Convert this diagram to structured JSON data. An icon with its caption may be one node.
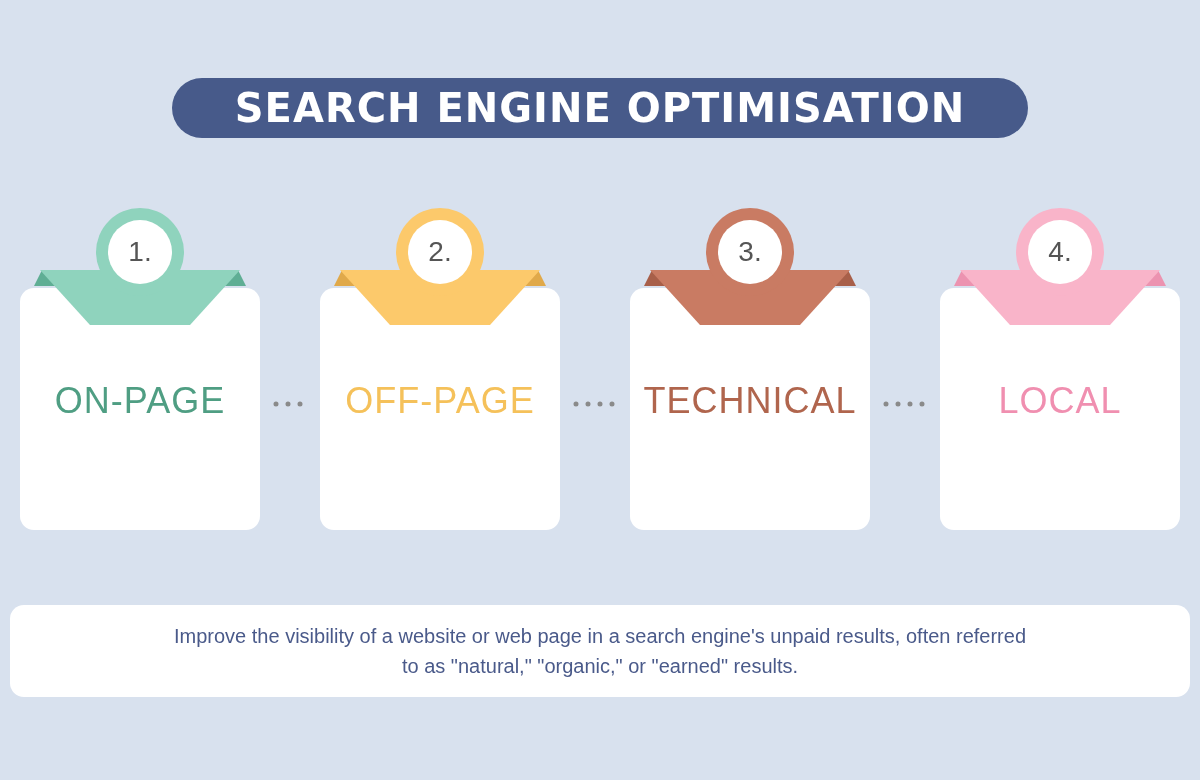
{
  "diagram": {
    "title": "SEARCH ENGINE OPTIMISATION",
    "nodes": [
      {
        "text": [
          "ON-PAGE"
        ]
      },
      {
        "text": [
          "1."
        ]
      },
      {
        "text": [
          "OFF-PAGE"
        ]
      },
      {
        "text": [
          "2."
        ]
      },
      {
        "text": [
          "TECHNICAL"
        ]
      },
      {
        "text": [
          "3."
        ]
      },
      {
        "text": [
          "LOCAL"
        ]
      },
      {
        "text": [
          "4."
        ]
      },
      {
        "text": [
          "Improve the visibility of a website or web page in a search engine's unpaid results, often referred to as \"natural,\" \"organic,\" or \"earned\" results."
        ]
      }
    ],
    "edges": [
      {
        "from": 0,
        "to": 2,
        "arrow": "none",
        "style": "dashed"
      },
      {
        "from": 2,
        "to": 4,
        "arrow": "none",
        "style": "dashed"
      },
      {
        "from": 4,
        "to": 6,
        "arrow": "none",
        "style": "dashed"
      }
    ]
  }
}
